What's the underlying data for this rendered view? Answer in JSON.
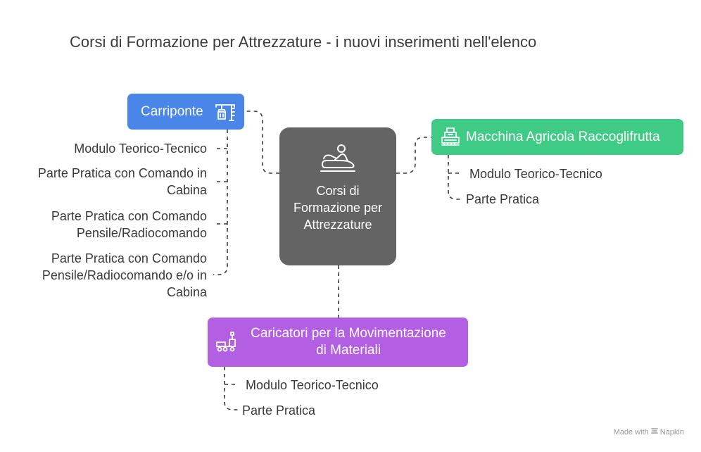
{
  "title": "Corsi di Formazione per Attrezzature - i nuovi inserimenti nell'elenco",
  "center": {
    "label": "Corsi di Formazione per Attrezzature",
    "icon": "massage-training-icon"
  },
  "categories": [
    {
      "label": "Carriponte",
      "icon": "crane-icon",
      "color": "#4a86e8",
      "items": [
        "Modulo Teorico-Tecnico",
        "Parte Pratica con Comando in Cabina",
        "Parte Pratica con Comando Pensile/Radiocomando",
        "Parte Pratica con Comando Pensile/Radiocomando e/o in Cabina"
      ]
    },
    {
      "label": "Macchina Agricola Raccoglifrutta",
      "icon": "harvester-icon",
      "color": "#3fcb85",
      "items": [
        "Modulo Teorico-Tecnico",
        "Parte Pratica"
      ]
    },
    {
      "label": "Caricatori per la Movimentazione di Materiali",
      "icon": "pallet-jack-icon",
      "color": "#b25fe3",
      "items": [
        "Modulo Teorico-Tecnico",
        "Parte Pratica"
      ]
    }
  ],
  "credit": {
    "made_with": "Made with",
    "brand": "Napkin",
    "icon": "napkin-logo-icon"
  }
}
